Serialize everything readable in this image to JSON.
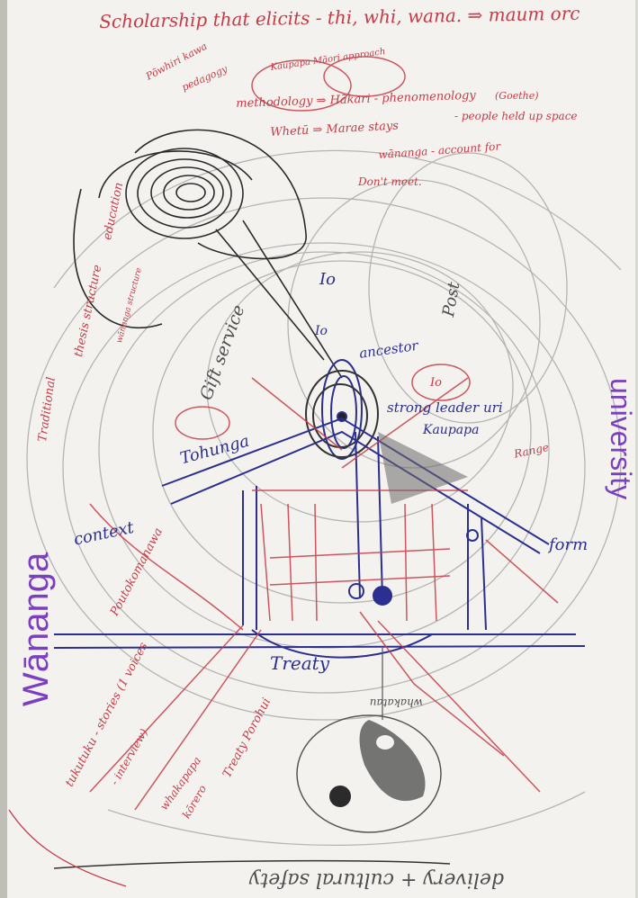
{
  "colors": {
    "paper": "#f3f2ee",
    "red_ink": "#c73a47",
    "blue_ink": "#2b2f8f",
    "pencil": "#4d4d4d",
    "purple_marker": "#7b3fc0"
  },
  "notes": {
    "top_line": "Scholarship that elicits - thi, whi, wana. ⇒ maum orc",
    "p1": "Põwhiri kawa",
    "p2": "pedagogy",
    "kaupapa_approach": "Kaupapa Māori approach",
    "methodology": "methodology ⇒ Hākari - phenomenology",
    "theory": "(Goethe)",
    "whetu": "Whetū ⇒ Marae stays",
    "people": "- people held up space",
    "wananga_account": "wānanga - account for",
    "dont_meet": "Don't meet.",
    "education": "education",
    "thesis_structure": "thesis structure",
    "wananga_structure": "wānanga structure",
    "traditional": "Traditional",
    "gift_service": "Gift service",
    "io_top": "Io",
    "io_mid": "Io",
    "ancestor": "ancestor",
    "post": "Post",
    "io_right": "Io",
    "tohunga": "Tohunga",
    "strong_leader": "strong leader uri",
    "kaupapa": "Kaupapa",
    "range": "Range",
    "context": "context",
    "poutokomanawa": "Poutokomanawa",
    "form": "form",
    "treaty": "Treaty",
    "whakatau": "whakatau",
    "tikanga_stories": "tukutuku - stories (1 voices",
    "interview": "- interview)",
    "whakapapa": "whakapapa",
    "korero": "kōrero",
    "treaty_porohui": "Treaty Porohui",
    "bottom": "delivery + cultural safety",
    "wananga_big": "Wānanga",
    "university_big": "university"
  }
}
